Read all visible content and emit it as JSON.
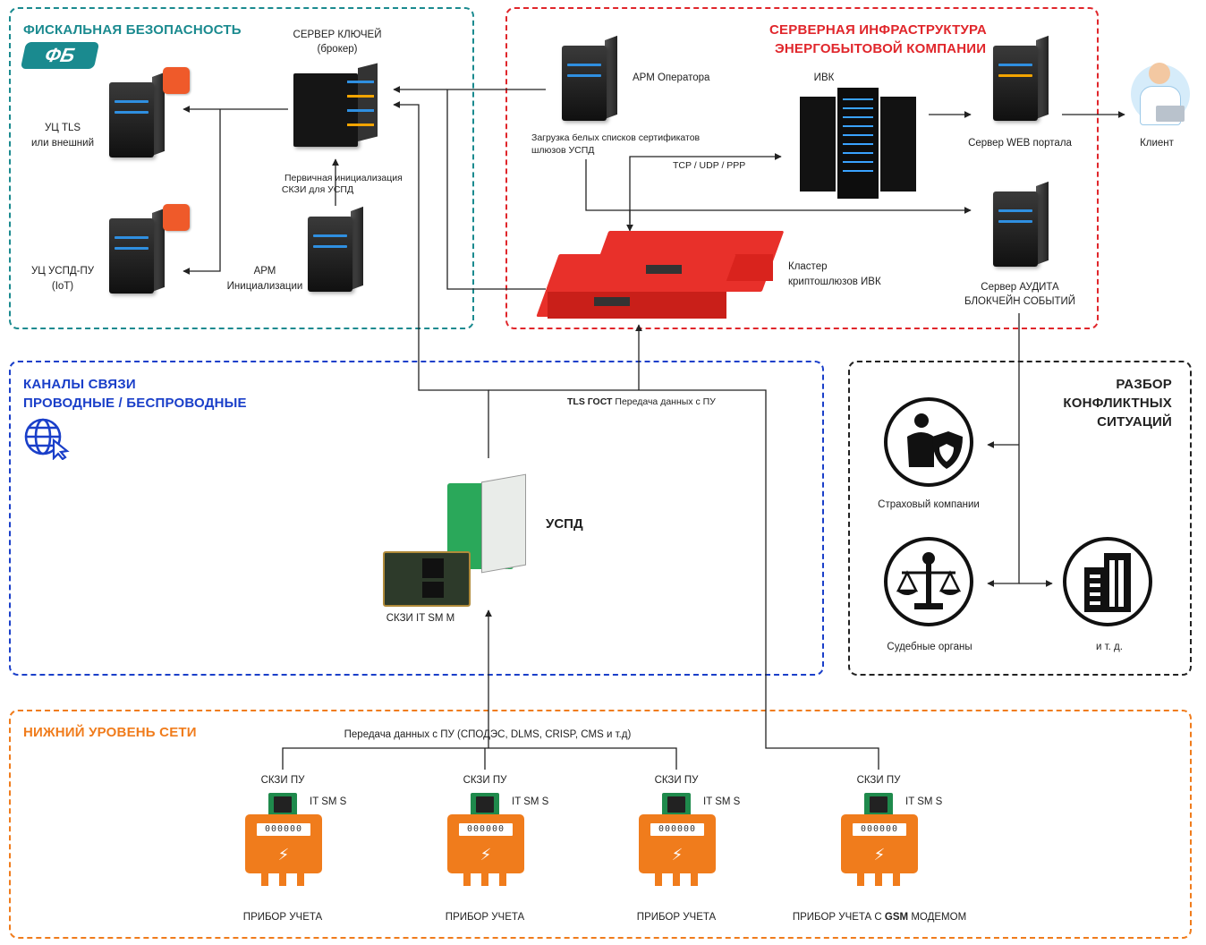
{
  "zones": {
    "fiscal": {
      "title_line1": "ФИСКАЛЬНАЯ БЕЗОПАСНОСТЬ",
      "logo": "ФБ",
      "color": "#1a8a8f"
    },
    "server_infra": {
      "title_line1": "СЕРВЕРНАЯ ИНФРАСТРУКТУРА",
      "title_line2": "ЭНЕРГОБЫТОВОЙ КОМПАНИИ",
      "color": "#e0262b"
    },
    "channels": {
      "title_line1": "КАНАЛЫ СВЯЗИ",
      "title_line2": "ПРОВОДНЫЕ / БЕСПРОВОДНЫЕ",
      "color": "#1a3fc9",
      "icon": "globe-cursor-icon"
    },
    "conflicts": {
      "title_line1": "РАЗБОР",
      "title_line2": "КОНФЛИКТНЫХ",
      "title_line3": "СИТУАЦИЙ",
      "color": "#222222"
    },
    "lower": {
      "title_line1": "НИЖНИЙ УРОВЕНЬ СЕТИ",
      "color": "#f07c1c"
    }
  },
  "fiscal_nodes": {
    "key_server_line1": "СЕРВЕР КЛЮЧЕЙ",
    "key_server_line2": "(брокер)",
    "uc_tls_line1": "УЦ TLS",
    "uc_tls_line2": "или внешний",
    "uc_uspd_line1": "УЦ УСПД-ПУ",
    "uc_uspd_line2": "(IoT)",
    "arm_init_line1": "АРМ",
    "arm_init_line2": "Инициализации",
    "primary_init_line1": "Первичная инициализация",
    "primary_init_line2": "СКЗИ для УСПД"
  },
  "infra_nodes": {
    "arm_operator": "АРМ Оператора",
    "whitelist_line1": "Загрузка белых списков сертификатов",
    "whitelist_line2": "шлюзов УСПД",
    "ivk": "ИВК",
    "web_server": "Сервер WEB портала",
    "client": "Клиент",
    "protocols": "TCP / UDP / PPP",
    "cluster_line1": "Кластер",
    "cluster_line2": "криптошлюзов ИВК",
    "audit_line1": "Сервер АУДИТА",
    "audit_line2": "БЛОКЧЕЙН СОБЫТИЙ"
  },
  "channel_nodes": {
    "tls_bold": "TLS ГОСТ",
    "tls_rest": "Передача данных с ПУ",
    "uspd": "УСПД",
    "skzi_m": "СКЗИ IT SM M"
  },
  "conflict_nodes": {
    "insurance": "Страховый компании",
    "courts": "Судебные органы",
    "etc": "и т. д."
  },
  "lower_nodes": {
    "transfer_label": "Передача данных с ПУ (СПОДЭС, DLMS, CRISP, CMS и т.д)",
    "meters": [
      {
        "skzi": "СКЗИ ПУ",
        "chip": "IT SM S",
        "name": "ПРИБОР УЧЕТА",
        "display": "000000"
      },
      {
        "skzi": "СКЗИ ПУ",
        "chip": "IT SM S",
        "name": "ПРИБОР УЧЕТА",
        "display": "000000"
      },
      {
        "skzi": "СКЗИ ПУ",
        "chip": "IT SM S",
        "name": "ПРИБОР УЧЕТА",
        "display": "000000"
      },
      {
        "skzi": "СКЗИ ПУ",
        "chip": "IT SM S",
        "name_prefix": "ПРИБОР УЧЕТА  С",
        "name_bold": "GSM",
        "name_suffix": "МОДЕМОМ",
        "display": "000000"
      }
    ]
  }
}
